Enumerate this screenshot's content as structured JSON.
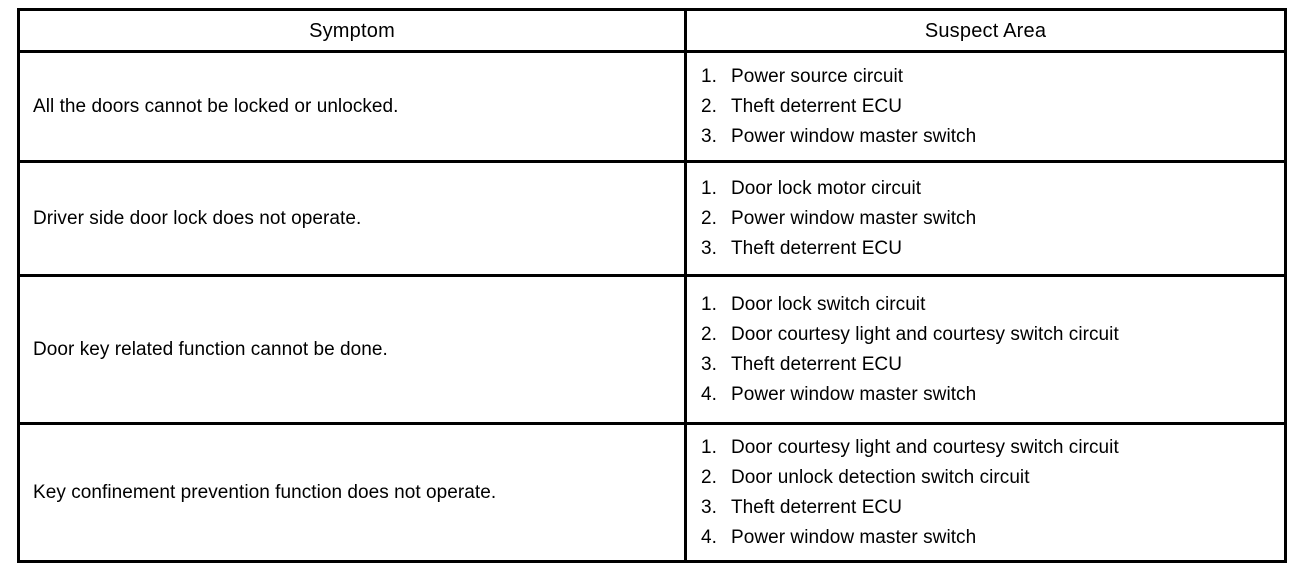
{
  "table": {
    "headers": {
      "symptom": "Symptom",
      "suspect_area": "Suspect Area"
    },
    "rows": [
      {
        "symptom": "All the doors cannot be locked or unlocked.",
        "suspect_area": [
          {
            "num": "1.",
            "label": "Power source circuit"
          },
          {
            "num": "2.",
            "label": "Theft deterrent ECU"
          },
          {
            "num": "3.",
            "label": "Power window master switch"
          }
        ]
      },
      {
        "symptom": "Driver side door lock does not operate.",
        "suspect_area": [
          {
            "num": "1.",
            "label": "Door lock motor circuit"
          },
          {
            "num": "2.",
            "label": "Power window master switch"
          },
          {
            "num": "3.",
            "label": "Theft deterrent ECU"
          }
        ]
      },
      {
        "symptom": "Door key related function cannot be done.",
        "suspect_area": [
          {
            "num": "1.",
            "label": "Door lock switch circuit"
          },
          {
            "num": "2.",
            "label": "Door courtesy light and courtesy switch circuit"
          },
          {
            "num": "3.",
            "label": "Theft deterrent ECU"
          },
          {
            "num": "4.",
            "label": "Power window master switch"
          }
        ]
      },
      {
        "symptom": "Key confinement prevention function does not operate.",
        "suspect_area": [
          {
            "num": "1.",
            "label": "Door courtesy light and courtesy switch circuit"
          },
          {
            "num": "2.",
            "label": "Door unlock detection switch circuit"
          },
          {
            "num": "3.",
            "label": "Theft deterrent ECU"
          },
          {
            "num": "4.",
            "label": "Power window master switch"
          }
        ]
      }
    ]
  },
  "colors": {
    "border": "#000000",
    "text": "#000000",
    "background": "#ffffff"
  }
}
